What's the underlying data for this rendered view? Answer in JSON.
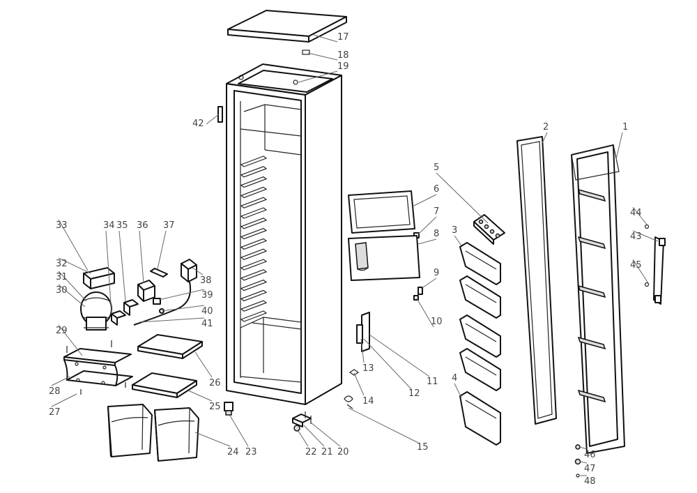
{
  "callouts": [
    {
      "label": "1"
    },
    {
      "label": "2"
    },
    {
      "label": "3"
    },
    {
      "label": "4"
    },
    {
      "label": "5"
    },
    {
      "label": "6"
    },
    {
      "label": "7"
    },
    {
      "label": "8"
    },
    {
      "label": "9"
    },
    {
      "label": "10"
    },
    {
      "label": "11"
    },
    {
      "label": "12"
    },
    {
      "label": "13"
    },
    {
      "label": "14"
    },
    {
      "label": "15"
    },
    {
      "label": "17"
    },
    {
      "label": "18"
    },
    {
      "label": "19"
    },
    {
      "label": "20"
    },
    {
      "label": "21"
    },
    {
      "label": "22"
    },
    {
      "label": "23"
    },
    {
      "label": "24"
    },
    {
      "label": "25"
    },
    {
      "label": "26"
    },
    {
      "label": "27"
    },
    {
      "label": "28"
    },
    {
      "label": "29"
    },
    {
      "label": "30"
    },
    {
      "label": "31"
    },
    {
      "label": "32"
    },
    {
      "label": "33"
    },
    {
      "label": "34"
    },
    {
      "label": "35"
    },
    {
      "label": "36"
    },
    {
      "label": "37"
    },
    {
      "label": "38"
    },
    {
      "label": "39"
    },
    {
      "label": "40"
    },
    {
      "label": "41"
    },
    {
      "label": "42"
    },
    {
      "label": "43"
    },
    {
      "label": "44"
    },
    {
      "label": "45"
    },
    {
      "label": "46"
    },
    {
      "label": "47"
    },
    {
      "label": "48"
    }
  ]
}
